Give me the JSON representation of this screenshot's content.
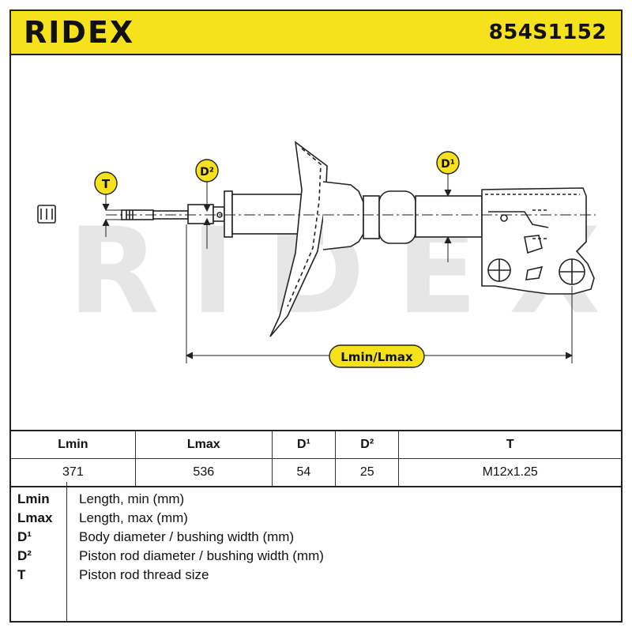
{
  "header": {
    "brand": "RIDEX",
    "part_number": "854S1152"
  },
  "diagram": {
    "watermark": "RIDEX",
    "label_T": "T",
    "label_D2": "D²",
    "label_D1": "D¹",
    "label_length": "Lmin/Lmax"
  },
  "specs": {
    "headers": [
      "Lmin",
      "Lmax",
      "D¹",
      "D²",
      "T"
    ],
    "values": [
      "371",
      "536",
      "54",
      "25",
      "M12x1.25"
    ]
  },
  "legend": [
    {
      "code": "Lmin",
      "desc": "Length, min (mm)"
    },
    {
      "code": "Lmax",
      "desc": "Length, max (mm)"
    },
    {
      "code": "D¹",
      "desc": "Body diameter / bushing width (mm)"
    },
    {
      "code": "D²",
      "desc": "Piston rod diameter / bushing width (mm)"
    },
    {
      "code": "T",
      "desc": "Piston rod thread size"
    }
  ],
  "colors": {
    "accent": "#f6e21c",
    "line": "#222222",
    "watermark": "#e6e6e6"
  }
}
